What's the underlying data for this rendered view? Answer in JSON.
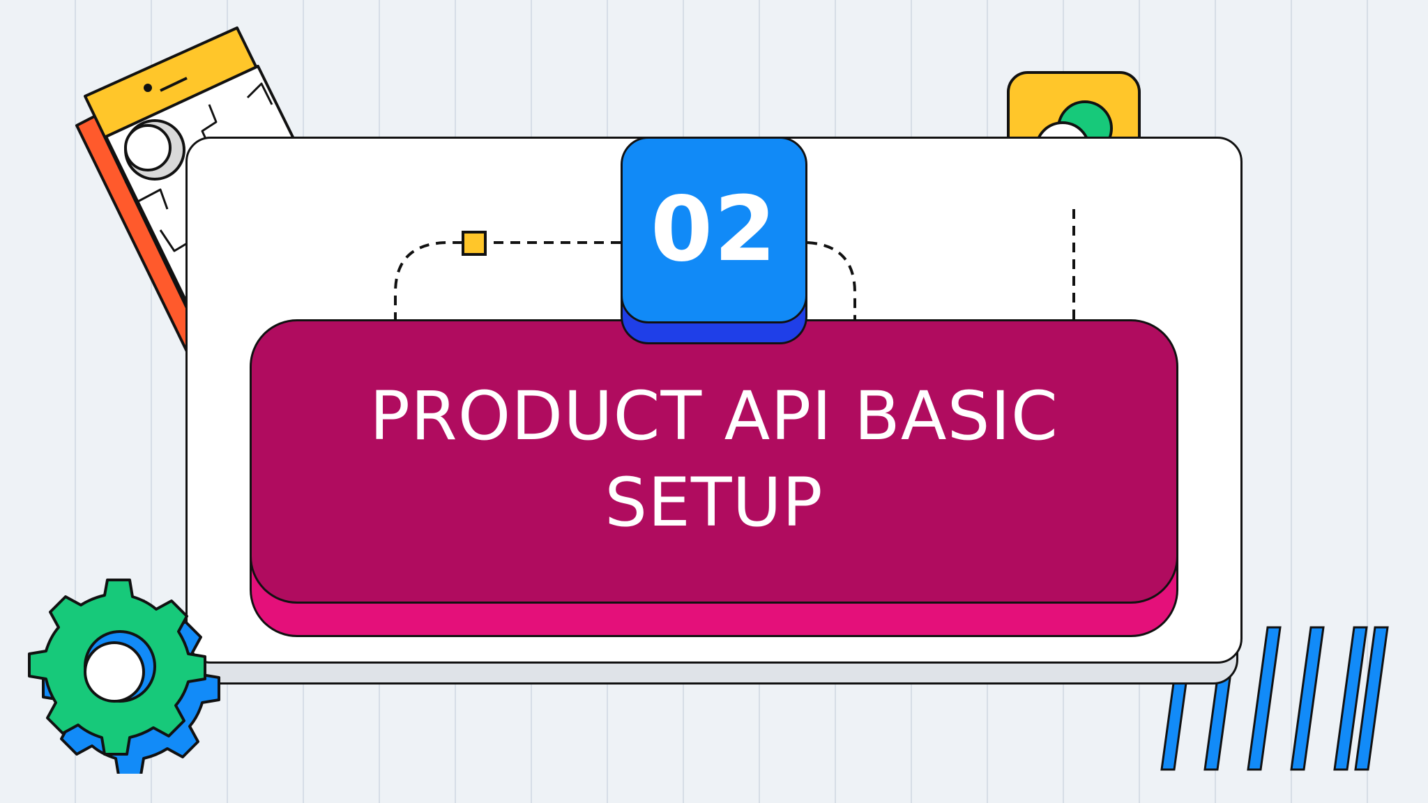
{
  "slide": {
    "section_number": "02",
    "title_lines": [
      "PRODUCT API BASIC",
      "SETUP"
    ]
  },
  "colors": {
    "background": "#eef2f6",
    "banner": "#b00c5f",
    "banner_accent": "#e4107a",
    "badge": "#118af7",
    "badge_shadow": "#1f3fe8",
    "yellow": "#ffc62a",
    "orange": "#ff5a2c",
    "green": "#17c97a",
    "blue": "#128bf8"
  },
  "icons": [
    "phone-illustration",
    "gear-icon",
    "toggle-icon",
    "diagonal-stripes"
  ]
}
